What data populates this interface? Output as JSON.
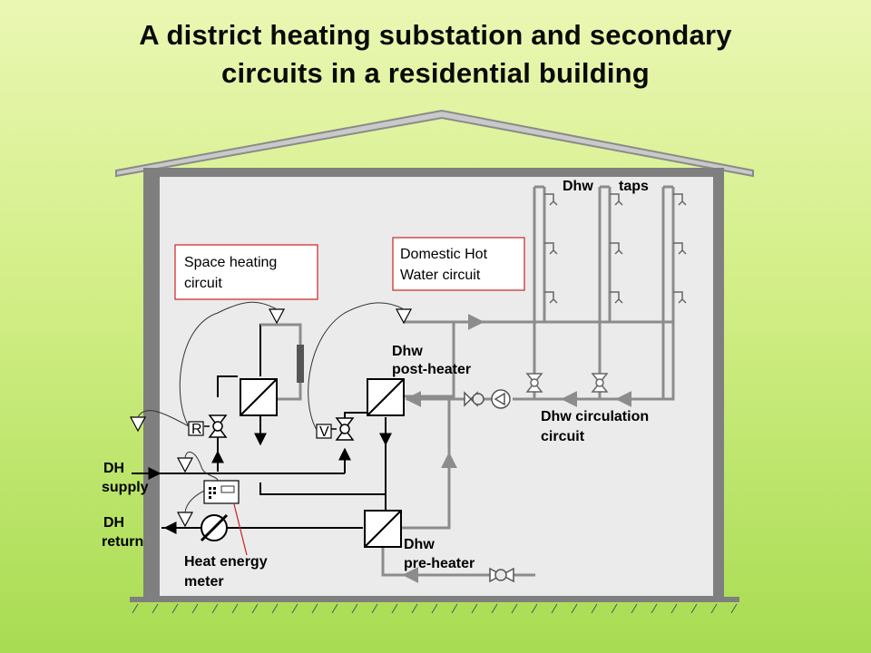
{
  "title": {
    "line1": "A district heating substation and secondary",
    "line2": "circuits in a residential building"
  },
  "labels": {
    "space_heating": {
      "line1": "Space heating",
      "line2": "circuit"
    },
    "dhw_circuit": {
      "line1": "Domestic Hot",
      "line2": "Water circuit"
    },
    "dhw_taps": {
      "word1": "Dhw",
      "word2": "taps"
    },
    "post_heater": {
      "line1": "Dhw",
      "line2": "post-heater"
    },
    "circulation": {
      "line1": "Dhw circulation",
      "line2": "circuit"
    },
    "pre_heater": {
      "line1": "Dhw",
      "line2": "pre-heater"
    },
    "dh_supply": {
      "line1": "DH",
      "line2": "supply"
    },
    "dh_return": {
      "line1": "DH",
      "line2": "return"
    },
    "meter": {
      "line1": "Heat energy",
      "line2": "meter"
    },
    "valve_r": "R",
    "valve_v": "V"
  },
  "colors": {
    "wall": "#7f7f7f",
    "interior": "#ebebeb",
    "roof": "#c9c9c9",
    "pipe": "#8c8c8c",
    "label_box_border": "#cc2222"
  }
}
